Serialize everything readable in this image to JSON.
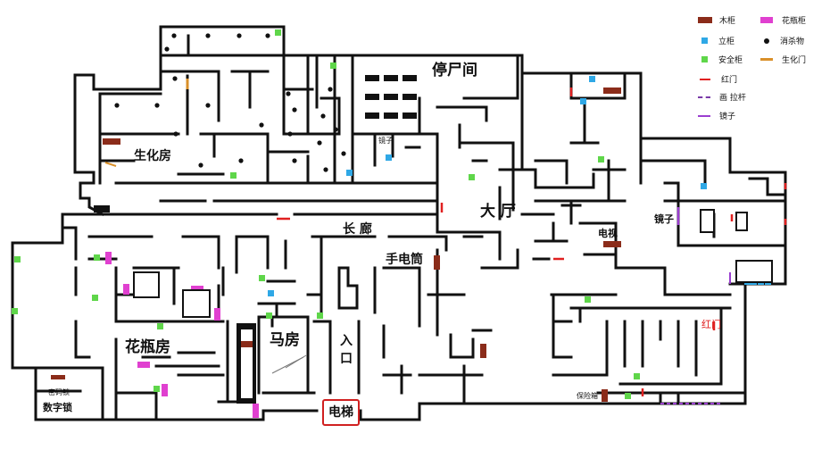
{
  "rooms": {
    "mortuary": "停尸间",
    "biochem": "生化房",
    "hall": "大 厅",
    "corridor": "长 廊",
    "flashlight": "手电筒",
    "tv": "电视",
    "mirror": "镜子",
    "mirror_small": "镜子",
    "vase_room": "花瓶房",
    "stable": "马房",
    "entrance": "入\n口",
    "elevator": "电梯",
    "red_door": "红门",
    "code_lock": "数字锁",
    "code_lock_small": "密码锁",
    "safe_box": "保险箱"
  },
  "legend": {
    "items": [
      {
        "label": "木柜",
        "icon": "wood-cabinet-icon",
        "color": "#8b2c1a"
      },
      {
        "label": "花瓶柜",
        "icon": "vase-cabinet-icon",
        "color": "#e040d0"
      },
      {
        "label": "立柜",
        "icon": "standing-cabinet-icon",
        "color": "#2fa8e6"
      },
      {
        "label": "消杀物",
        "icon": "disinfectant-icon",
        "color": "#111111"
      },
      {
        "label": "安全柜",
        "icon": "safety-cabinet-icon",
        "color": "#5fd64a"
      },
      {
        "label": "生化门",
        "icon": "biochem-door-icon",
        "color": "#d9902a"
      },
      {
        "label": "红门",
        "icon": "red-door-icon",
        "color": "#e02020"
      },
      {
        "label": "画 拉杆",
        "icon": "painting-lever-icon",
        "color": "#7a3aa8"
      },
      {
        "label": "镜子",
        "icon": "mirror-icon",
        "color": "#9b3fd0"
      }
    ]
  },
  "colors": {
    "wall": "#111111",
    "wood": "#8b2c1a",
    "vase": "#e040d0",
    "standing": "#2fa8e6",
    "safety": "#5fd64a",
    "biochem_door": "#d9902a",
    "red_door": "#e02020",
    "mirror": "#9b3fd0",
    "elevator_border": "#d02020"
  }
}
